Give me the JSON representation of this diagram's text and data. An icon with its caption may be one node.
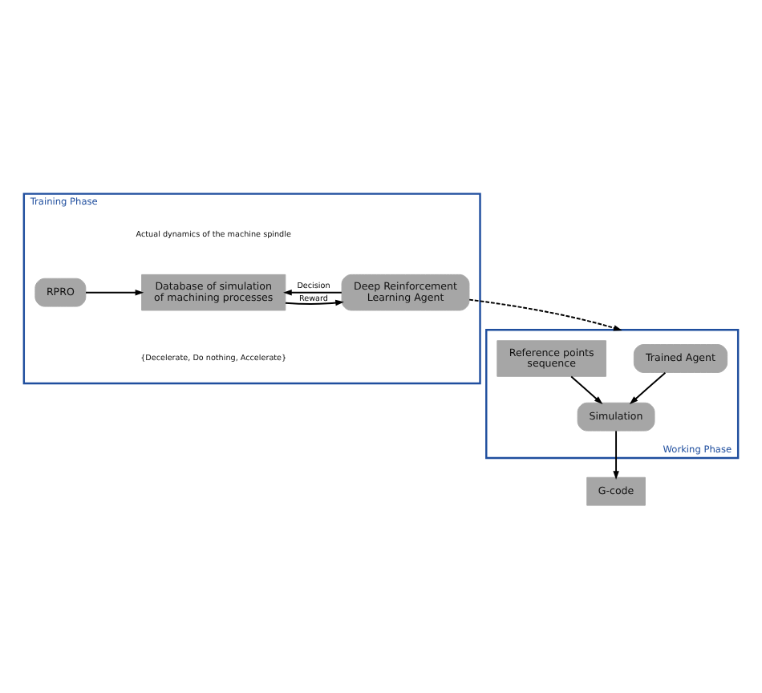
{
  "diagram": {
    "nodes": [
      {
        "text": [
          "Training Phase"
        ]
      },
      {
        "text": [
          "RPRO"
        ],
        "in": 0
      },
      {
        "text": [
          "Database of simulation of machining processes"
        ],
        "in": 0
      },
      {
        "text": [
          "Deep Reinforcement Learning Agent"
        ],
        "in": 0
      },
      {
        "text": [
          "Working Phase"
        ]
      },
      {
        "text": [
          "Trained Agent"
        ],
        "in": 4
      },
      {
        "text": [
          "Reference points sequence"
        ],
        "in": 4
      },
      {
        "text": [
          "Simulation"
        ],
        "in": 4
      },
      {
        "text": [
          "G-code"
        ]
      }
    ],
    "edges": [
      {
        "from": 1,
        "to": 2,
        "arrow": "to"
      },
      {
        "from": 2,
        "to": 3,
        "arrow": "to",
        "label": "Reward"
      },
      {
        "from": 3,
        "to": 2,
        "arrow": "to",
        "label": "Decision"
      },
      {
        "from": 3,
        "to": 4,
        "arrow": "to",
        "style": "dashed"
      },
      {
        "from": 5,
        "to": 7,
        "arrow": "to"
      },
      {
        "from": 6,
        "to": 7,
        "arrow": "to"
      },
      {
        "from": 7,
        "to": 8,
        "arrow": "to"
      }
    ],
    "labels": [
      "Actual dynamics of the machine spindle",
      "{Decelerate, Do nothing, Accelerate}"
    ]
  }
}
